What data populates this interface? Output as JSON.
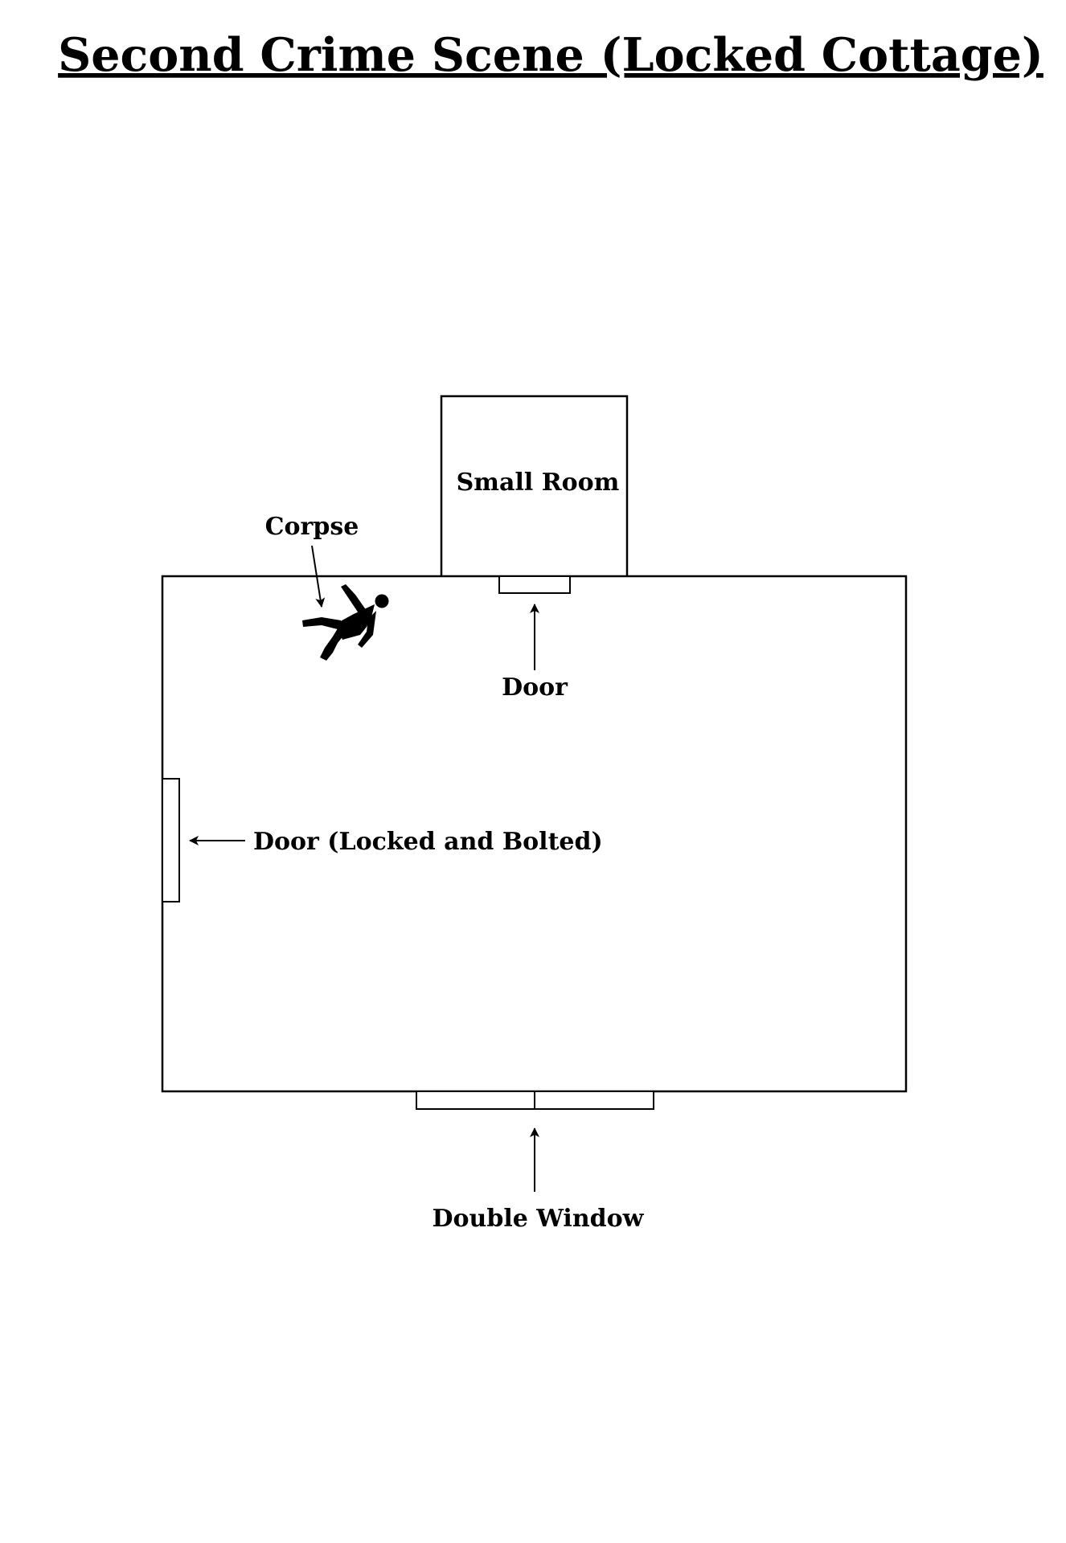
{
  "title": "Second Crime Scene (Locked Cottage)",
  "labels": {
    "small_room": "Small Room",
    "corpse": "Corpse",
    "inner_door": "Door",
    "locked_door": "Door (Locked and Bolted)",
    "double_window": "Double Window"
  },
  "icons": {
    "corpse": "fallen-person-icon"
  },
  "colors": {
    "line": "#000000",
    "background": "#ffffff"
  }
}
